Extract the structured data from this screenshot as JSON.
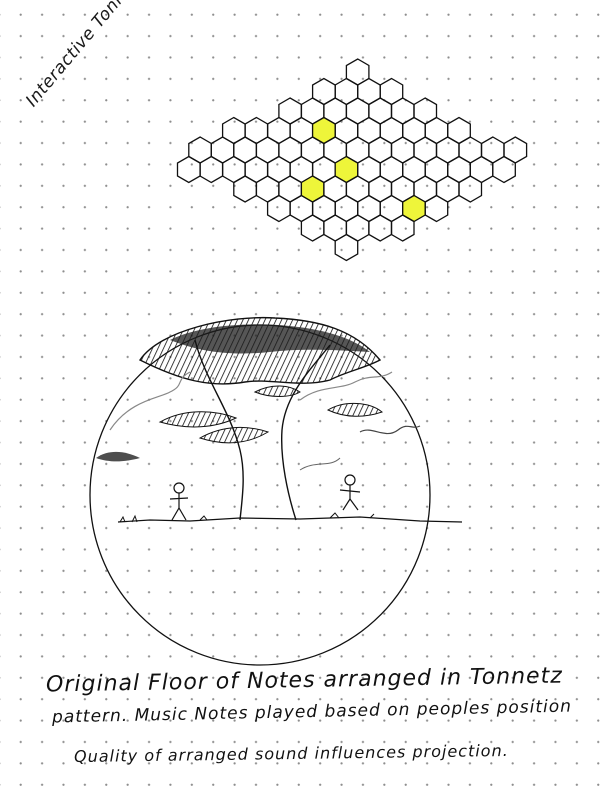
{
  "page": {
    "title": "Interactive Tonnetz ?.",
    "caption_line1": "Original Floor of Notes arranged in Tonnetz",
    "caption_line2": "pattern. Music Notes played based on peoples position",
    "caption_line3": "Quality of arranged sound influences projection."
  },
  "colors": {
    "paper": "#ffffff",
    "ink": "#111111",
    "highlight": "#eef53a",
    "grid_dots": "#8d8d8d"
  },
  "icons": {
    "left_figure": "stick-figure",
    "right_figure": "stick-figure"
  }
}
